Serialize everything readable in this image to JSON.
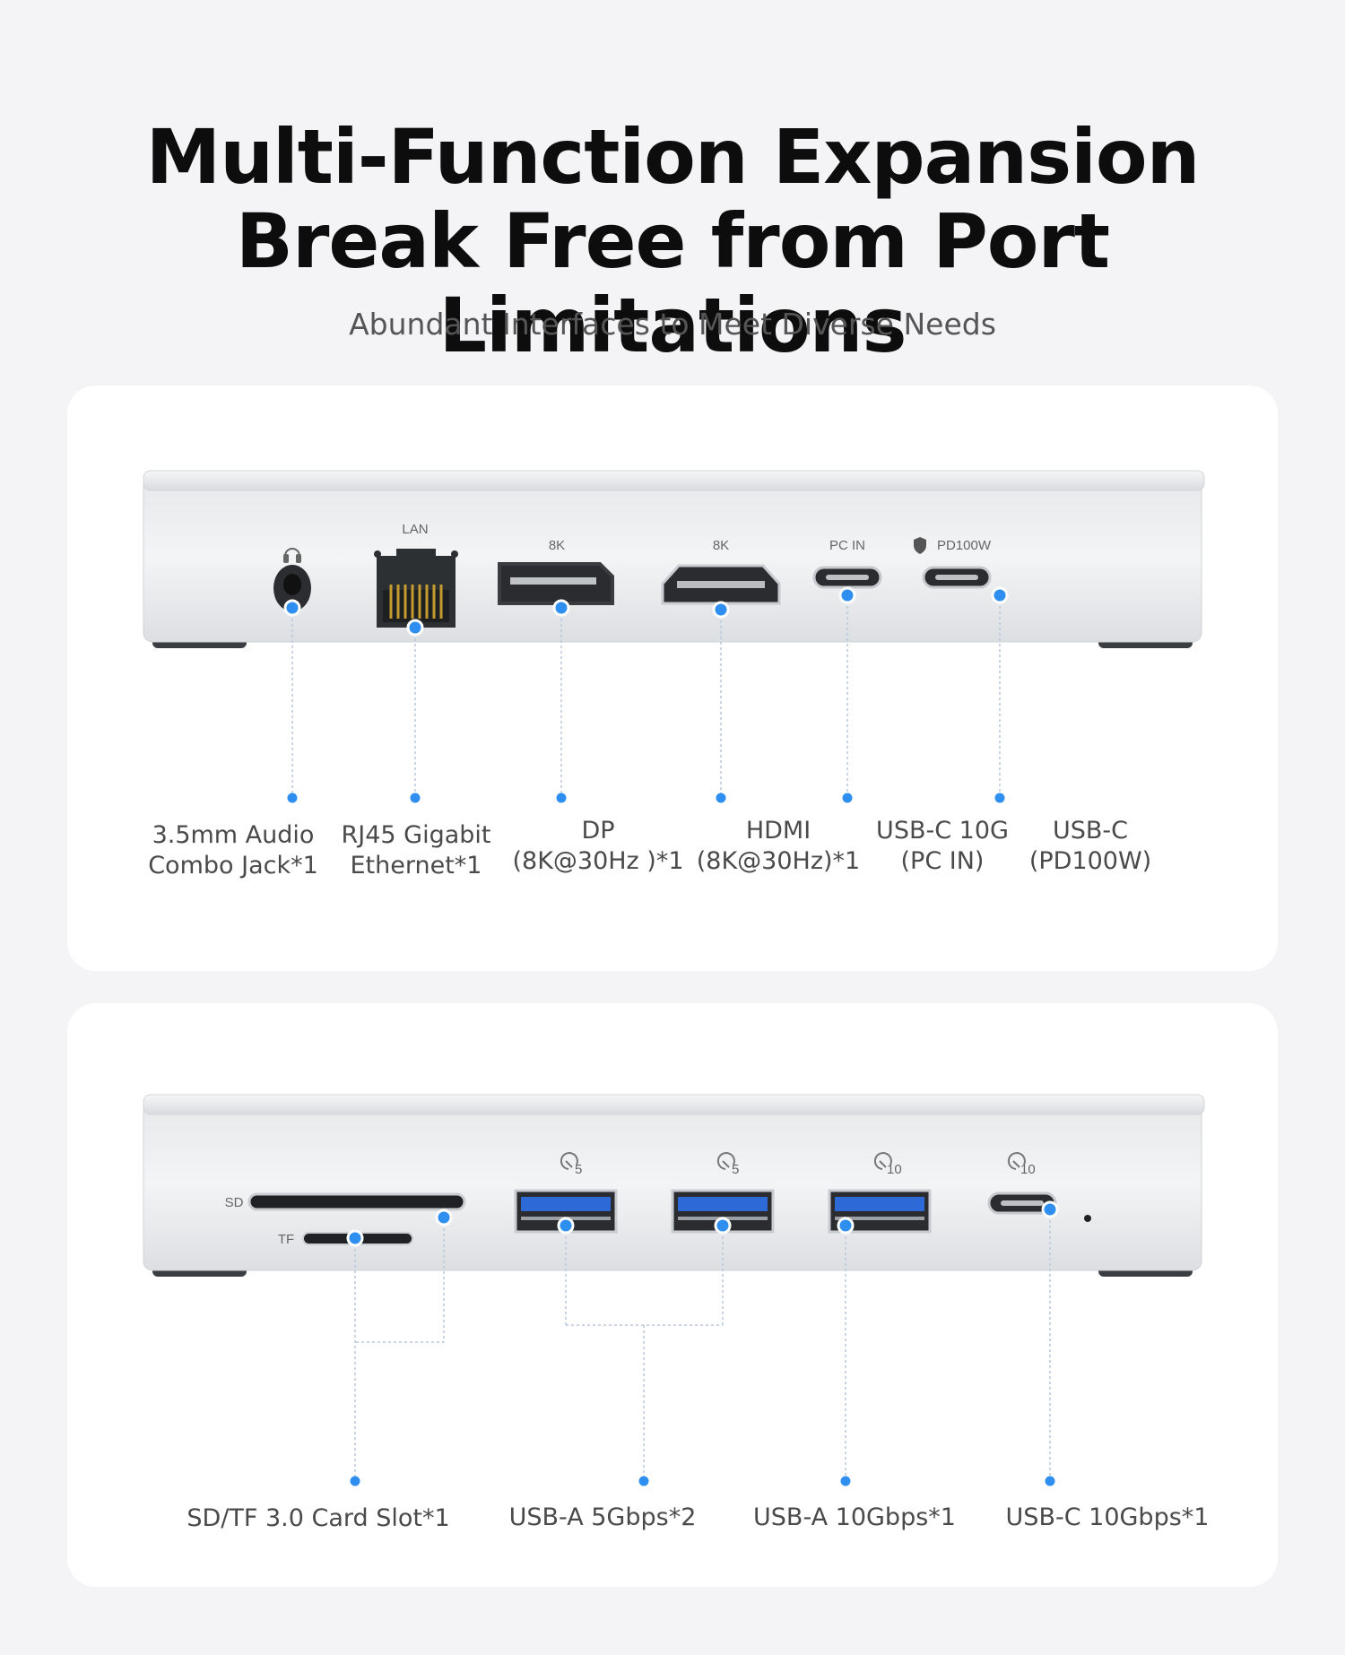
{
  "header": {
    "title_line1": "Multi-Function Expansion",
    "title_line2": "Break Free from Port Limitations",
    "subtitle": "Abundant Interfaces to Meet Diverse Needs"
  },
  "colors": {
    "accent": "#2f8ff0",
    "background": "#f4f4f6",
    "card": "#ffffff"
  },
  "front_panel": {
    "port_marks": {
      "lan": "LAN",
      "dp": "8K",
      "hdmi": "8K",
      "pc_in": "PC IN",
      "pd": "PD100W"
    },
    "labels": [
      {
        "line1": "3.5mm Audio",
        "line2": "Combo Jack*1"
      },
      {
        "line1": "RJ45 Gigabit",
        "line2": "Ethernet*1"
      },
      {
        "line1": "DP",
        "line2": "(8K@30Hz )*1"
      },
      {
        "line1": "HDMI",
        "line2": "(8K@30Hz)*1"
      },
      {
        "line1": "USB-C 10G",
        "line2": "(PC IN)"
      },
      {
        "line1": "USB-C",
        "line2": "(PD100W)"
      }
    ]
  },
  "back_panel": {
    "port_marks": {
      "sd": "SD",
      "tf": "TF",
      "usb_a_5": "5",
      "usb_a_10": "10",
      "usb_c_10": "10"
    },
    "labels": [
      "SD/TF 3.0 Card Slot*1",
      "USB-A 5Gbps*2",
      "USB-A 10Gbps*1",
      "USB-C 10Gbps*1"
    ]
  }
}
